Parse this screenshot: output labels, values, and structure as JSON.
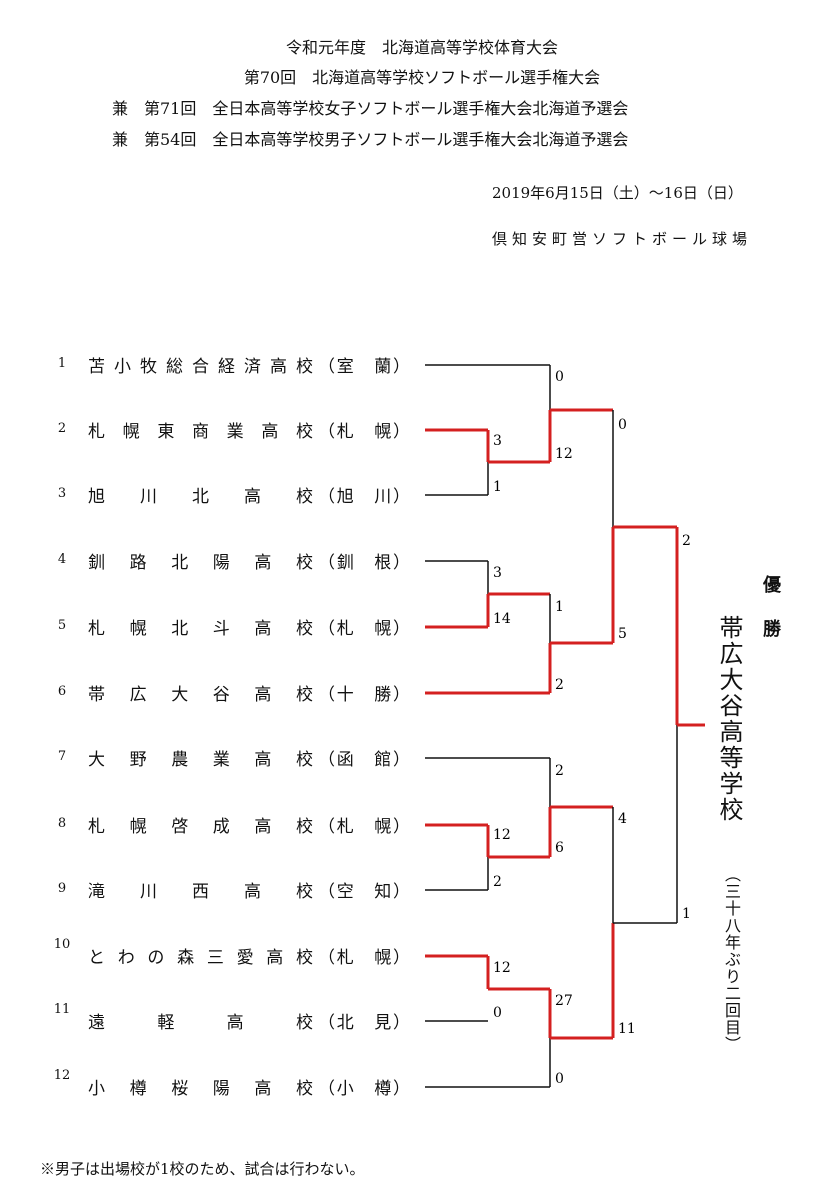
{
  "header": {
    "line1": "令和元年度　北海道高等学校体育大会",
    "line2": "第70回　北海道高等学校ソフトボール選手権大会",
    "line3": "兼　第71回　全日本高等学校女子ソフトボール選手権大会北海道予選会",
    "line4": "兼　第54回　全日本高等学校男子ソフトボール選手権大会北海道予選会",
    "date": "2019年6月15日（土）～16日（日）",
    "venue": "倶知安町営ソフトボール球場"
  },
  "teams": [
    {
      "num": "1",
      "name": "苫小牧総合経済高校",
      "region": "（室　蘭）"
    },
    {
      "num": "2",
      "name": "札幌東商業高校",
      "region": "（札　幌）"
    },
    {
      "num": "3",
      "name": "旭川北高校",
      "region": "（旭　川）"
    },
    {
      "num": "4",
      "name": "釧路北陽高校",
      "region": "（釧　根）"
    },
    {
      "num": "5",
      "name": "札幌北斗高校",
      "region": "（札　幌）"
    },
    {
      "num": "6",
      "name": "帯広大谷高校",
      "region": "（十　勝）"
    },
    {
      "num": "7",
      "name": "大野農業高校",
      "region": "（函　館）"
    },
    {
      "num": "8",
      "name": "札幌啓成高校",
      "region": "（札　幌）"
    },
    {
      "num": "9",
      "name": "滝川西高校",
      "region": "（空　知）"
    },
    {
      "num": "10",
      "name": "とわの森三愛高校",
      "region": "（札　幌）"
    },
    {
      "num": "11",
      "name": "遠軽高校",
      "region": "（北　見）"
    },
    {
      "num": "12",
      "name": "小樽桜陽高校",
      "region": "（小　樽）"
    }
  ],
  "matches": [
    {
      "id": "A",
      "top_score": "3",
      "bottom_score": "1"
    },
    {
      "id": "B",
      "top_score": "0",
      "bottom_score": "12"
    },
    {
      "id": "C",
      "top_score": "3",
      "bottom_score": "14"
    },
    {
      "id": "D",
      "top_score": "1",
      "bottom_score": "2"
    },
    {
      "id": "E",
      "top_score": "0",
      "bottom_score": "5"
    },
    {
      "id": "F",
      "top_score": "12",
      "bottom_score": "2"
    },
    {
      "id": "G",
      "top_score": "2",
      "bottom_score": "6"
    },
    {
      "id": "H",
      "top_score": "12",
      "bottom_score": "0"
    },
    {
      "id": "I",
      "top_score": "27",
      "bottom_score": "0"
    },
    {
      "id": "J",
      "top_score": "4",
      "bottom_score": "11"
    },
    {
      "id": "Final",
      "top_score": "2",
      "bottom_score": "1"
    }
  ],
  "champion": {
    "label": "優勝",
    "name": "帯広大谷高等学校",
    "note": "（三十八年ぶり二回目）"
  },
  "colors": {
    "winner_line": "#d42020",
    "line": "#111111"
  },
  "footnote": "※男子は出場校が1校のため、試合は行わない。"
}
